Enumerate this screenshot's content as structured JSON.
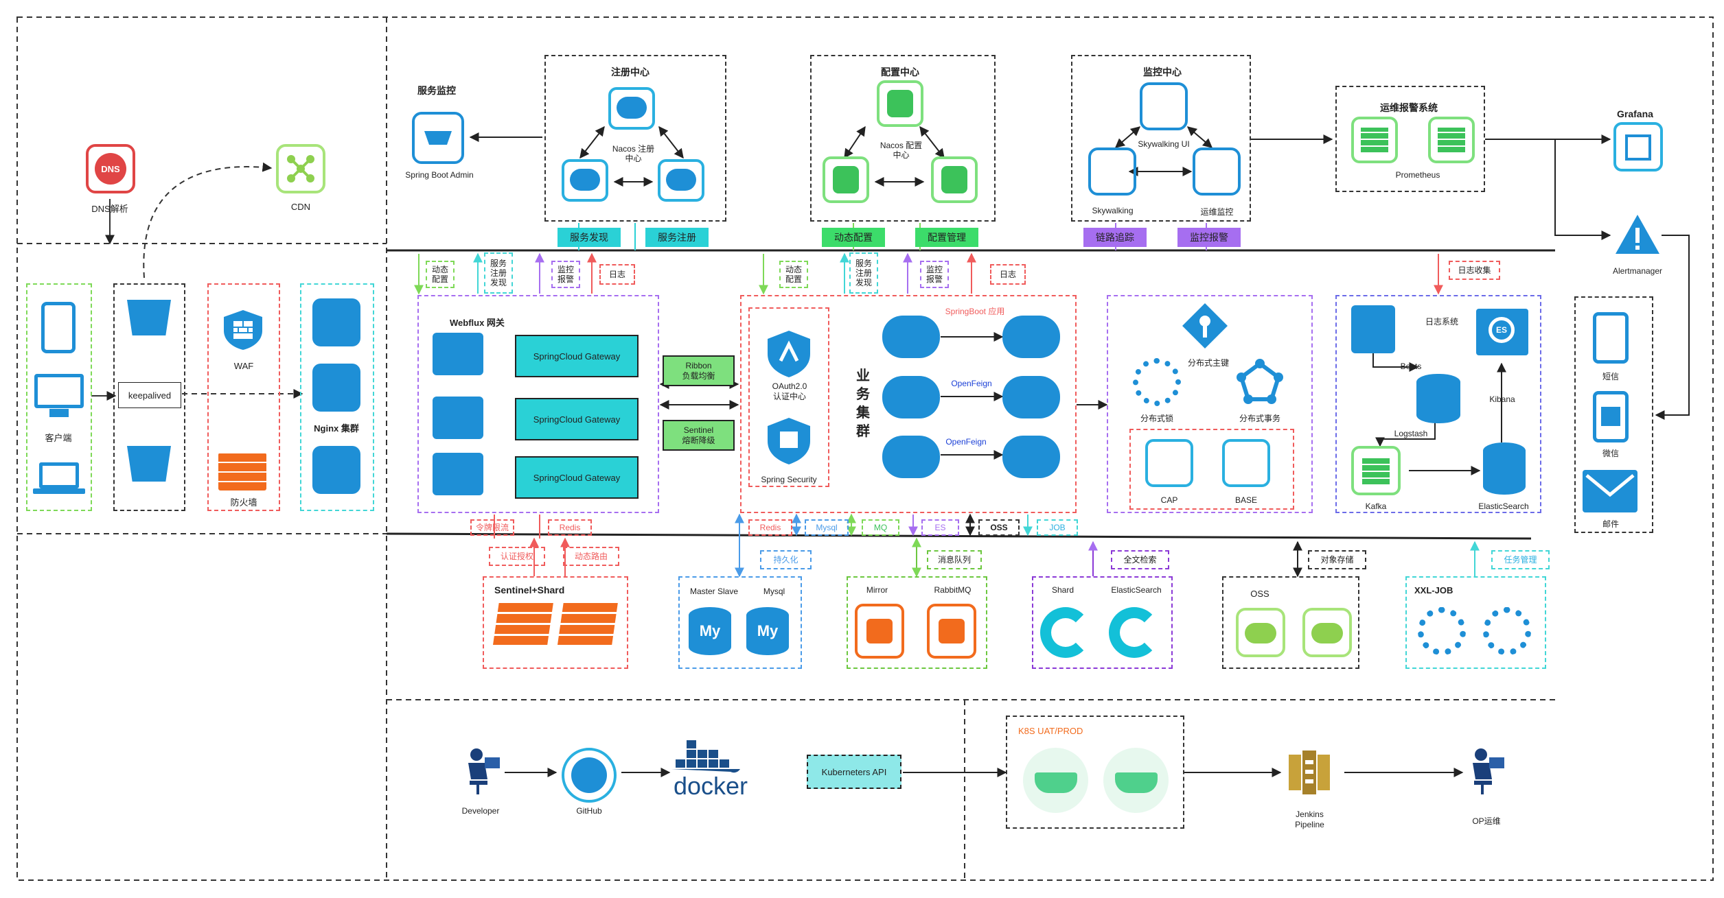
{
  "dns": {
    "label": "DNS解析",
    "icon_text": "DNS"
  },
  "cdn": {
    "label": "CDN"
  },
  "client": {
    "label": "客户端"
  },
  "keepalived": {
    "label": "keepalived"
  },
  "waf": {
    "label": "WAF"
  },
  "firewall": {
    "label": "防火墙"
  },
  "nginx": {
    "label": "Nginx 集群"
  },
  "service_monitor": {
    "title": "服务监控",
    "admin_label": "Spring Boot Admin"
  },
  "registry": {
    "title": "注册中心",
    "nacos_label": "Nacos 注册\n中心"
  },
  "config_center": {
    "title": "配置中心",
    "nacos_label": "Nacos 配置\n中心"
  },
  "monitor_center": {
    "title": "监控中心",
    "skywalking_ui": "Skywalking UI",
    "skywalking": "Skywalking",
    "ops_monitor": "运维监控"
  },
  "alert_system": {
    "title": "运维报警系统",
    "prometheus": "Prometheus"
  },
  "grafana": {
    "label": "Grafana"
  },
  "alertmanager": {
    "label": "Alertmanager"
  },
  "tags": {
    "service_discovery": "服务发现",
    "service_register": "服务注册",
    "dynamic_config": "动态配置",
    "config_manage": "配置管理",
    "trace": "链路追踪",
    "monitor_alarm": "监控报警"
  },
  "small_tags": {
    "dyn_config": "动态\n配置",
    "svc_reg_disc": "服务\n注册\n发现",
    "mon_alarm": "监控\n报警",
    "log": "日志",
    "log_collect": "日志收集"
  },
  "gateway": {
    "title": "Webflux 网关",
    "items": [
      "SpringCloud Gateway",
      "SpringCloud Gateway",
      "SpringCloud Gateway"
    ],
    "ribbon": "Ribbon\n负载均衡",
    "sentinel": "Sentinel\n熔断降级"
  },
  "auth": {
    "oauth": "OAuth2.0\n认证中心",
    "security": "Spring Security"
  },
  "business": {
    "title": "业务集群",
    "springboot": "SpringBoot 应用",
    "openfeign": [
      "OpenFeign",
      "OpenFeign"
    ]
  },
  "distributed": {
    "pk": "分布式主键",
    "lock": "分布式锁",
    "tx": "分布式事务",
    "cap": "CAP",
    "base": "BASE"
  },
  "log_system": {
    "title": "日志系统",
    "beats": "Beats",
    "logstash": "Logstash",
    "kibana": "Kibana",
    "kafka": "Kafka",
    "es": "ElasticSearch"
  },
  "notify": {
    "sms": "短信",
    "wechat": "微信",
    "mail": "邮件"
  },
  "bus_tags": {
    "token_limit": "令牌限流",
    "redis1": "Redis",
    "auth_token": "认证授权",
    "dyn_route": "动态路由",
    "redis2": "Redis",
    "mysql": "Mysql",
    "mq": "MQ",
    "es": "ES",
    "oss": "OSS",
    "job": "JOB",
    "persist": "持久化",
    "msg_queue": "消息队列",
    "fulltext": "全文检索",
    "obj_store": "对象存储",
    "task_manage": "任务管理"
  },
  "storage": {
    "redis": {
      "title": "Sentinel+Shard"
    },
    "mysql": {
      "left": "Master Slave",
      "right": "Mysql"
    },
    "mq": {
      "left": "Mirror",
      "right": "RabbitMQ"
    },
    "es": {
      "left": "Shard",
      "right": "ElasticSearch"
    },
    "oss": {
      "title": "OSS"
    },
    "job": {
      "title": "XXL-JOB"
    }
  },
  "devops": {
    "developer": "Developer",
    "github": "GitHub",
    "docker": "docker",
    "k8s_api": "Kuberneters API",
    "k8s_env": "K8S UAT/PROD",
    "jenkins": "Jenkins\nPipeline",
    "op": "OP运维"
  },
  "colors": {
    "cyan": "#2ad1d6",
    "blue": "#1e8fd6",
    "green": "#7ee07e",
    "orange": "#f26b1d",
    "purple": "#a66ef0",
    "red": "#f05b5b"
  }
}
